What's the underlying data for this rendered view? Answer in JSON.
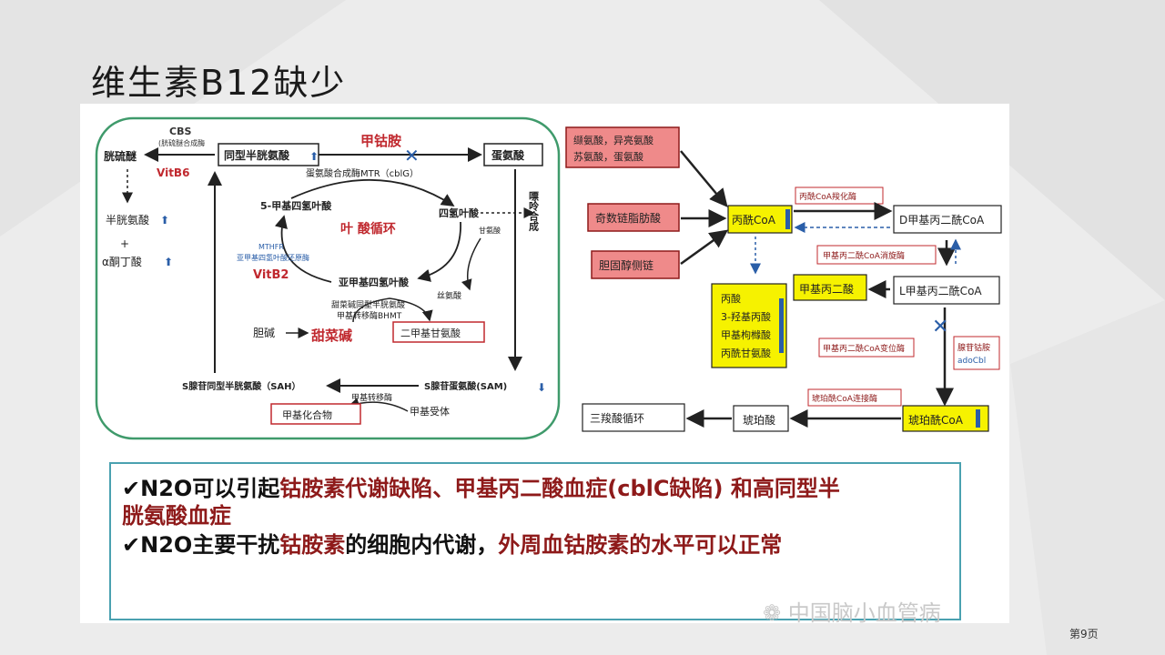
{
  "slide": {
    "title": "维生素B12缺少",
    "page_number": "第9页",
    "watermark": "中国脑小血管病"
  },
  "left_diagram": {
    "cbs": "CBS",
    "cbs_enzyme": "(胱硫醚合成酶",
    "cystathionine": "胱硫醚",
    "vitb6": "VitB6",
    "homocysteine": "同型半胱氨酸",
    "methylcobalamin": "甲钴胺",
    "methionine": "蛋氨酸",
    "mtr": "蛋氨酸合成酶MTR（cblG）",
    "cysteine": "半胱氨酸",
    "plus": "+",
    "ketobutyrate": "α酮丁酸",
    "mthf": "5-甲基四氢叶酸",
    "folate_cycle": "叶 酸循环",
    "thf": "四氢叶酸",
    "purine": "嘌呤合成",
    "glycine": "甘氨酸",
    "mthfr": "MTHFR",
    "mthfr_cn": "亚甲基四氢叶酸还原酶",
    "vitb2": "VitB2",
    "methylene_thf": "亚甲基四氢叶酸",
    "serine": "丝氨酸",
    "bhmt_a": "甜菜碱同型半胱氨酸",
    "bhmt_b": "甲基转移酶BHMT",
    "choline": "胆碱",
    "betaine": "甜菜碱",
    "dmg": "二甲基甘氨酸",
    "sah": "S腺苷同型半胱氨酸（SAH）",
    "sam": "S腺苷蛋氨酸(SAM)",
    "methyltransferase": "甲基转移酶",
    "methyl_compound": "甲基化合物",
    "methyl_acceptor": "甲基受体"
  },
  "right_diagram": {
    "amino_acids_a": "缬氨酸，异亮氨酸",
    "amino_acids_b": "苏氨酸，蛋氨酸",
    "odd_chain": "奇数链脂肪酸",
    "cholesterol": "胆固醇侧链",
    "propionyl_coa": "丙酰CoA",
    "carboxylase": "丙酰CoA羧化酶",
    "d_mm_coa": "D甲基丙二酰CoA",
    "racemase": "甲基丙二酰CoA消旋酶",
    "mm_acid": "甲基丙二酸",
    "l_mm_coa": "L甲基丙二酰CoA",
    "byproducts": [
      "丙酸",
      "3-羟基丙酸",
      "甲基枸橼酸",
      "丙酰甘氨酸"
    ],
    "mutase": "甲基丙二酰CoA变位酶",
    "adocbl_a": "腺苷钴胺",
    "adocbl_b": "adoCbl",
    "synthetase": "琥珀酰CoA连接酶",
    "tca": "三羧酸循环",
    "succinate": "琥珀酸",
    "succinyl_coa": "琥珀酰CoA"
  },
  "notes": {
    "line1_check": "✔N2O可以引起",
    "line1_hl": "钴胺素代谢缺陷、甲基丙二酸血症(cblC缺陷) 和高同型半",
    "line2_hl": "胱氨酸血症",
    "line3_check": "✔N2O主要干扰",
    "line3_hl1": "钴胺素",
    "line3_mid": "的细胞内代谢，",
    "line3_hl2": "外周血钴胺素的水平可以正常"
  },
  "colors": {
    "pink_box": "#ef8a8a",
    "yellow_box": "#f6f200",
    "green_border": "#3f9a6b",
    "red_text": "#c0282e",
    "note_border": "#4aa1b0"
  }
}
